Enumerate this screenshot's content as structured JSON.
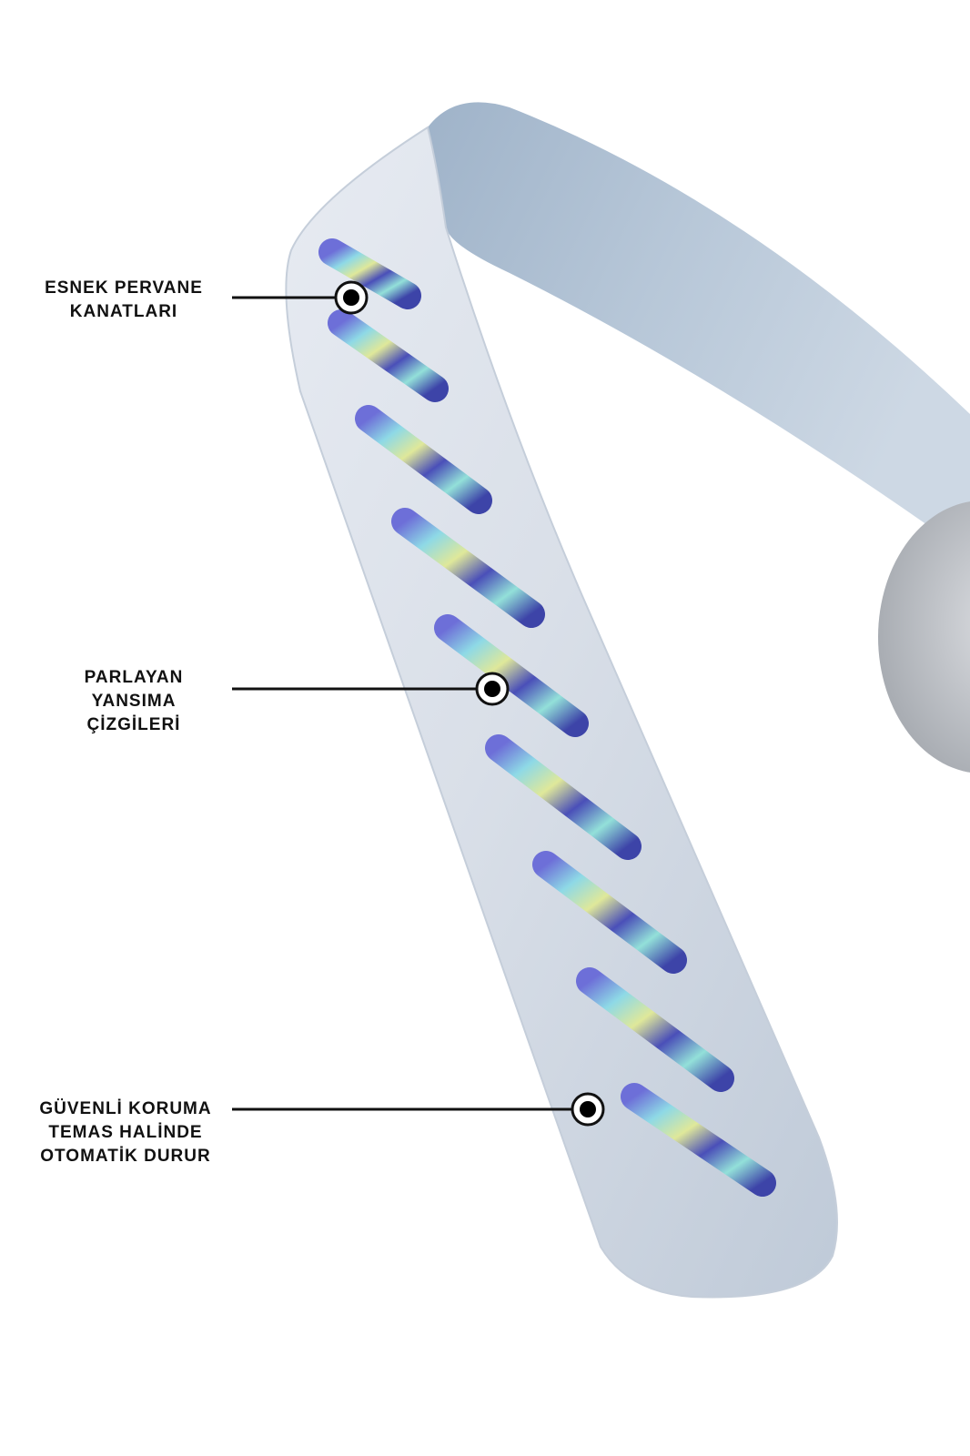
{
  "callouts": [
    {
      "lines": [
        "ESNEK PERVANE",
        "KANATLARI"
      ]
    },
    {
      "lines": [
        "PARLAYAN",
        "YANSIMA",
        "ÇİZGİLERİ"
      ]
    },
    {
      "lines": [
        "GÜVENLİ KORUMA",
        "TEMAS HALİNDE",
        "OTOMATİK DURUR"
      ]
    }
  ],
  "colors": {
    "blade_light": "#dfe5ee",
    "blade_mid": "#b8c6d6",
    "blade_back": "#a9bccf",
    "hub": "#c9cbcf",
    "callout_line": "#111111",
    "marker_fill": "#000000"
  }
}
